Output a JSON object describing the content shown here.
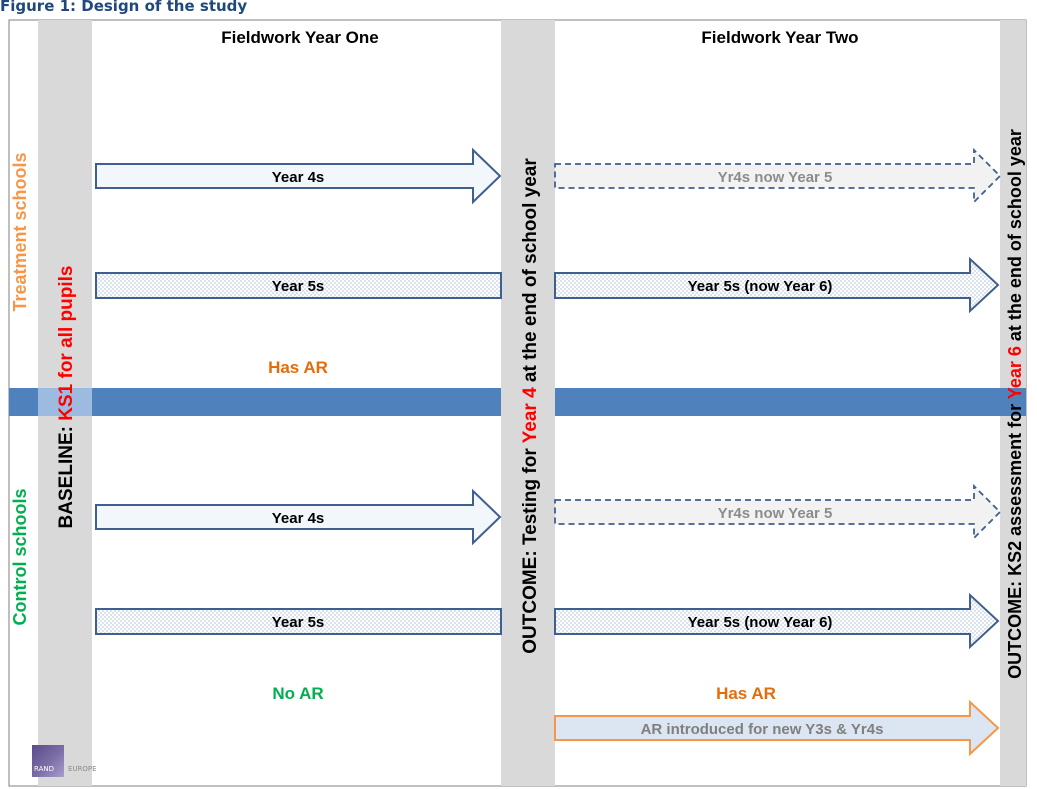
{
  "caption": "Figure 1: Design of the study",
  "columns": {
    "year_one": "Fieldwork Year One",
    "year_two": "Fieldwork Year Two"
  },
  "groups": {
    "treatment": "Treatment schools",
    "control": "Control schools"
  },
  "baseline": {
    "prefix": "BASELINE: ",
    "highlight": "KS1 for all pupils"
  },
  "outcome_year4": {
    "prefix": "OUTCOME: Testing for ",
    "highlight": "Year 4",
    "suffix": " at the end of school year"
  },
  "outcome_year6": {
    "prefix": "OUTCOME: KS2 assessment for ",
    "highlight": "Year 6",
    "suffix": " at the end of school year"
  },
  "arrows": {
    "treat_y4": "Year 4s",
    "treat_y4_next": "Yr4s now Year 5",
    "treat_y5": "Year 5s",
    "treat_y5_next": "Year 5s (now Year 6)",
    "ctrl_y4": "Year 4s",
    "ctrl_y4_next": "Yr4s now Year 5",
    "ctrl_y5": "Year 5s",
    "ctrl_y5_next": "Year 5s (now Year 6)",
    "ar_intro": "AR introduced for new Y3s & Yr4s"
  },
  "labels": {
    "treat_ar": "Has AR",
    "ctrl_no_ar": "No AR",
    "ctrl_has_ar": "Has AR"
  },
  "logo": {
    "rand": "RAND",
    "europe": "EUROPE"
  },
  "colors": {
    "navy_outline": "#3f5f8f",
    "divider_blue": "#4f81bd",
    "band_grey": "#d9d9d9",
    "orange": "#e46c0a",
    "green": "#00b050",
    "red": "#ff0000",
    "light_fill": "#f2f7fc",
    "muted_text": "#8c8c8c"
  }
}
